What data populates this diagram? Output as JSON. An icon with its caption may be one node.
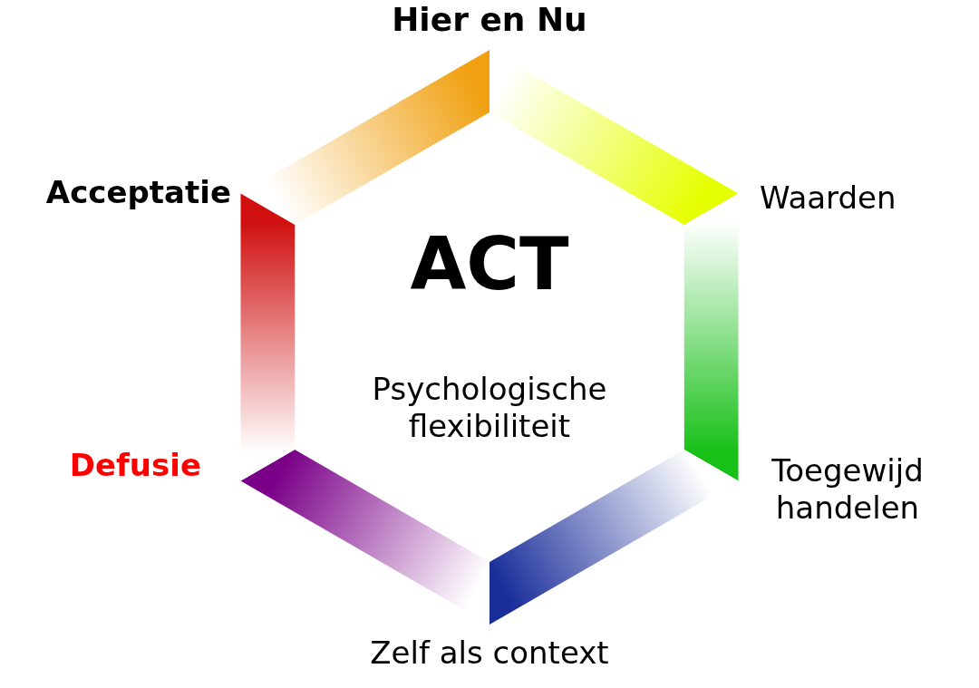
{
  "diagram": {
    "labels": [
      "Hier en Nu",
      "Acceptatie",
      "Waarden",
      "ACT",
      "Psychologische flexibiliteit",
      "Defusie",
      "Toegewijd handelen",
      "Zelf als context"
    ]
  }
}
